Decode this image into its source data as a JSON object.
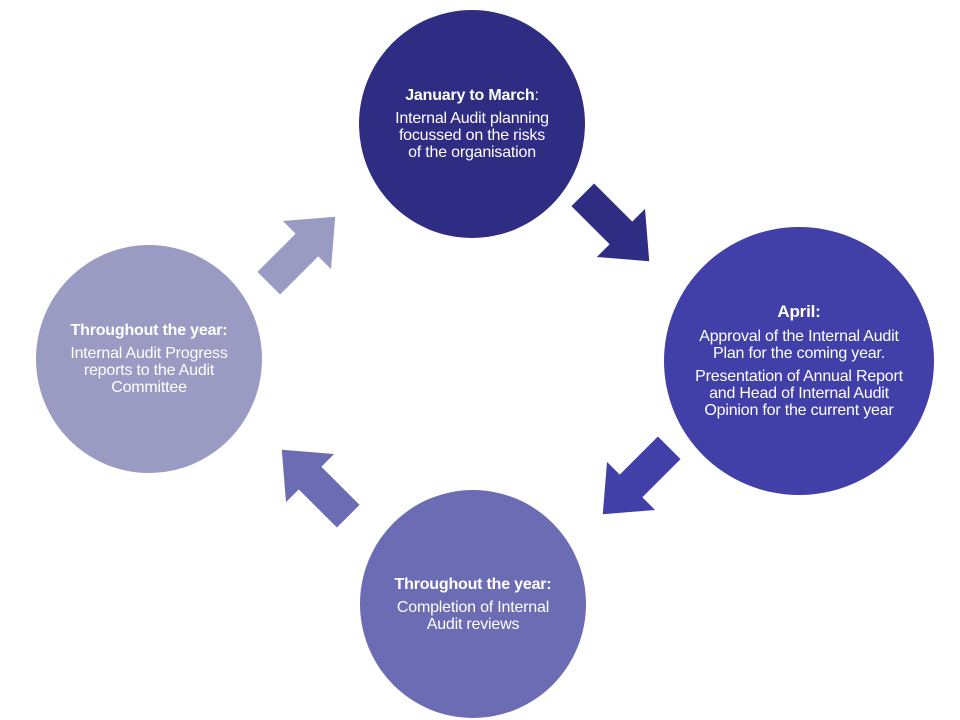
{
  "stages": [
    {
      "id": "q1",
      "heading": "January to March",
      "heading_suffix": ":",
      "lines": [
        "Internal Audit planning focussed on the risks of the organisation"
      ],
      "color": "#2e2c83"
    },
    {
      "id": "april",
      "heading": "April:",
      "lines": [
        "Approval of the Internal Audit Plan for the coming year.",
        "Presentation of Annual Report and Head of Internal Audit Opinion for the current year"
      ],
      "color": "#4140a8"
    },
    {
      "id": "reviews",
      "heading": "Throughout the year:",
      "lines": [
        "Completion of Internal Audit reviews"
      ],
      "color": "#6b6cb3"
    },
    {
      "id": "progress",
      "heading": "Throughout the year:",
      "lines": [
        "Internal Audit Progress reports to the Audit Committee"
      ],
      "color": "#9a9bc2"
    }
  ],
  "arrows": [
    {
      "from": "q1",
      "to": "april",
      "color": "#2e2c83"
    },
    {
      "from": "april",
      "to": "reviews",
      "color": "#4140a8"
    },
    {
      "from": "reviews",
      "to": "progress",
      "color": "#6b6cb3"
    },
    {
      "from": "progress",
      "to": "q1",
      "color": "#9a9bc2"
    }
  ]
}
